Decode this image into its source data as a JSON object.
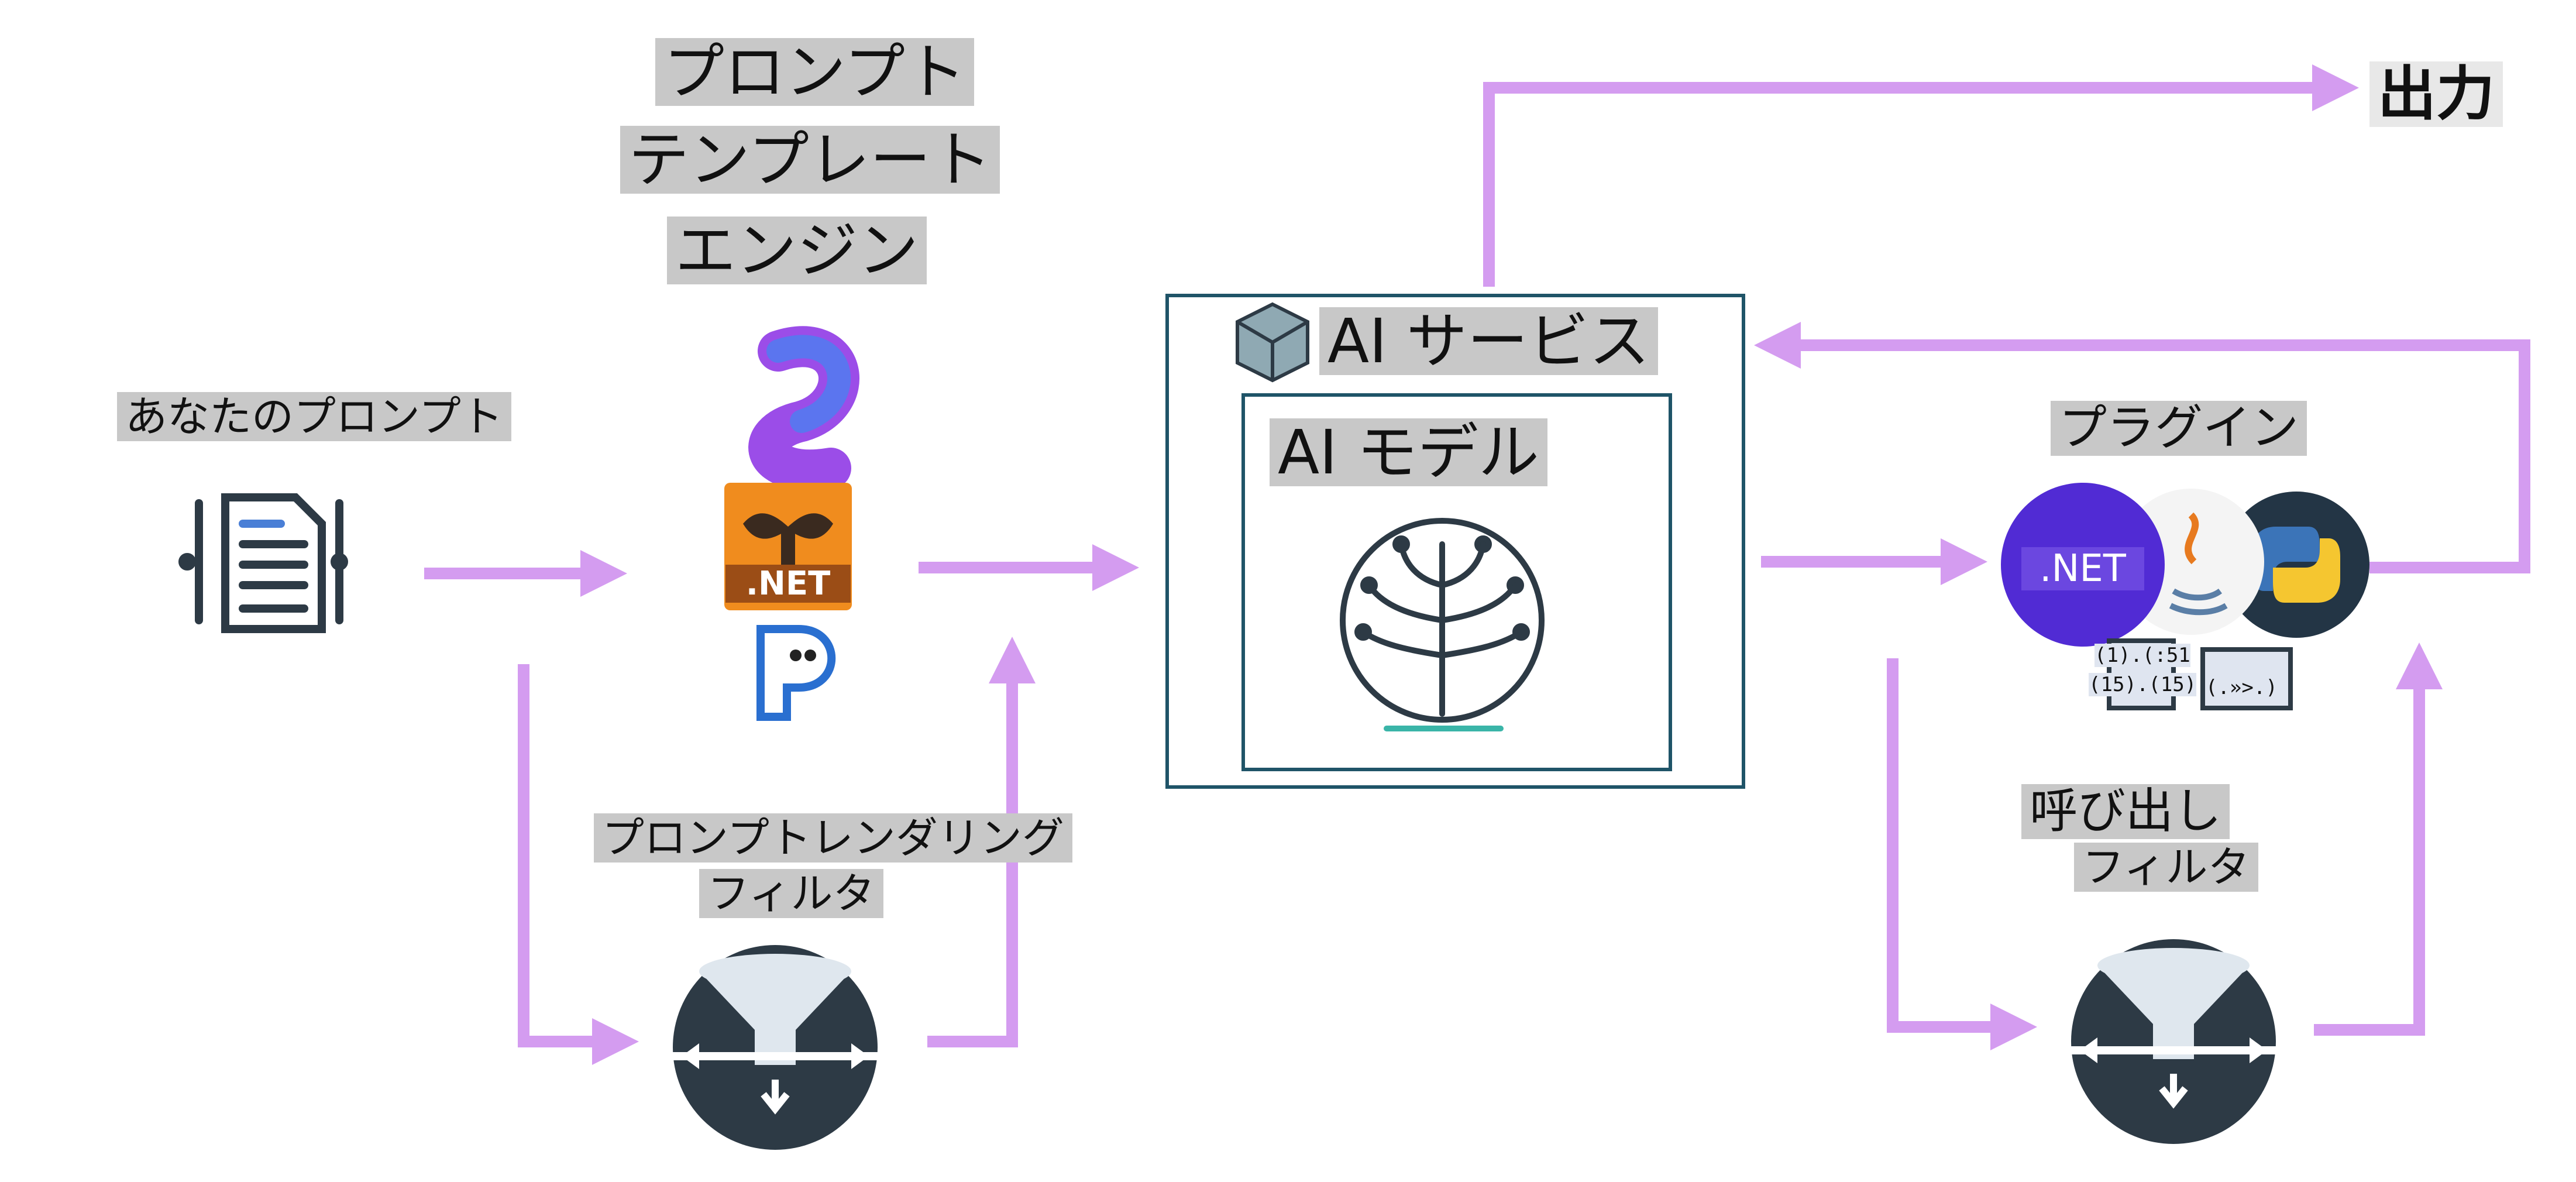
{
  "labels": {
    "template_engine": [
      "プロンプト",
      "テンプレート",
      "エンジン"
    ],
    "your_prompt": "あなたのプロンプト",
    "render_filter": [
      "プロンプトレンダリング",
      "フィルタ"
    ],
    "ai_service": "AI サービス",
    "ai_model": "AI モデル",
    "plugins": "プラグイン",
    "invoke_filter": [
      "呼び出し",
      "フィルタ"
    ],
    "output": "出力",
    "dotnet_badge": ".NET",
    "plugin_dotnet": ".NET",
    "plugin_code_a": "(1).(:51",
    "plugin_code_b": "(15).(15)",
    "plugin_code_c": "(.»>.)"
  },
  "colors": {
    "arrow": "#d49cf0",
    "frame": "#1f5468",
    "label_bg": "#c8c8c8",
    "dark_icon": "#2d3a45",
    "dotnet_purple": "#512bd4",
    "orange": "#f08c1e"
  },
  "icons": [
    "document-icon",
    "semantic-kernel-logo-icon",
    "handlebars-dotnet-icon",
    "prompty-icon",
    "cube-icon",
    "brain-circuit-icon",
    "dotnet-icon",
    "java-icon",
    "python-icon",
    "funnel-filter-icon"
  ]
}
